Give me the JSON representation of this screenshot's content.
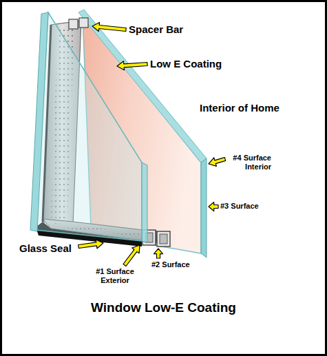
{
  "diagram": {
    "title": "Window Low-E Coating",
    "labels": [
      "Spacer Bar",
      "Low E Coating",
      "Interior of Home",
      "#4 Surface Interior",
      "#3 Surface",
      "Glass Seal",
      "#1 Surface Exterior",
      "#2 Surface"
    ]
  }
}
